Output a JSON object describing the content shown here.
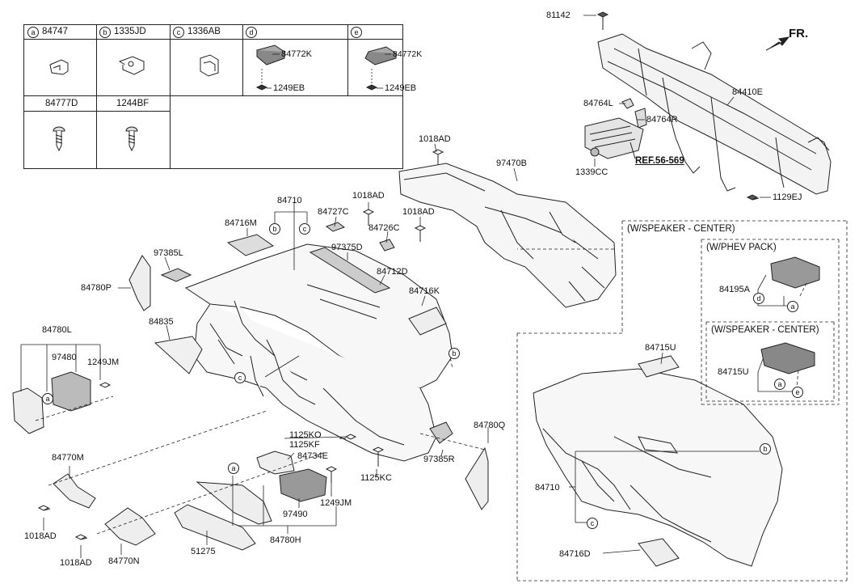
{
  "legend": {
    "row1": [
      {
        "letter": "a",
        "part": "84747"
      },
      {
        "letter": "b",
        "part": "1335JD"
      },
      {
        "letter": "c",
        "part": "1336AB"
      },
      {
        "letter": "d",
        "part": "",
        "sub1": "84772K",
        "sub2": "1249EB"
      },
      {
        "letter": "e",
        "part": "",
        "sub1": "84772K",
        "sub2": "1249EB"
      }
    ],
    "row2": [
      {
        "part": "84777D"
      },
      {
        "part": "1244BF"
      }
    ]
  },
  "orientation": "FR.",
  "ref_label": "REF.56-569",
  "labels": {
    "p81142": "81142",
    "p84410E": "84410E",
    "p84764L": "84764L",
    "p84764R": "84764R",
    "p1339CC": "1339CC",
    "p1129EJ": "1129EJ",
    "p1018AD_a": "1018AD",
    "p97470B": "97470B",
    "p1018AD_b": "1018AD",
    "p1018AD_c": "1018AD",
    "p84710": "84710",
    "p84727C": "84727C",
    "p84726C": "84726C",
    "p84716M": "84716M",
    "p97385L": "97385L",
    "p97375D": "97375D",
    "p84712D": "84712D",
    "p84780P": "84780P",
    "p84716K": "84716K",
    "p84835": "84835",
    "p84780L": "84780L",
    "p97480": "97480",
    "p1249JM_a": "1249JM",
    "p1125KO": "1125KO",
    "p1125KF": "1125KF",
    "p84734E": "84734E",
    "p84770M": "84770M",
    "p1125KC": "1125KC",
    "p97385R": "97385R",
    "p84780Q": "84780Q",
    "p1018AD_d": "1018AD",
    "p1018AD_e": "1018AD",
    "p84770N": "84770N",
    "p51275": "51275",
    "p97490": "97490",
    "p1249JM_b": "1249JM",
    "p84780H": "84780H"
  },
  "variant_box": {
    "title": "(W/SPEAKER - CENTER)",
    "phev_title": "(W/PHEV PACK)",
    "phev_part": "84195A",
    "speaker_title": "(W/SPEAKER - CENTER)",
    "speaker_part": "84715U",
    "top_part": "84715U",
    "p84710": "84710",
    "p84716D": "84716D"
  },
  "markers": [
    "a",
    "b",
    "c",
    "d",
    "e"
  ]
}
